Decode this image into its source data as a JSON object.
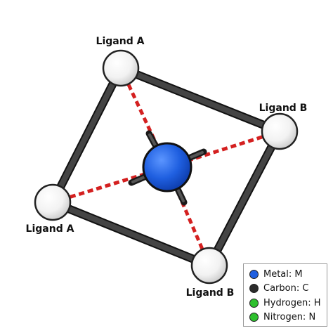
{
  "labels": {
    "top": "Ligand A",
    "left": "Ligand A",
    "right": "Ligand B",
    "bottom": "Ligand B"
  },
  "colors": {
    "metal": "#1f5fe0",
    "bond": "#333333",
    "coordination": "#d42020",
    "ligand": "#f0f0f0"
  },
  "legend": [
    {
      "label": "Metal: M",
      "color": "#1f5fe0"
    },
    {
      "label": "Carbon: C",
      "color": "#2b2b2b"
    },
    {
      "label": "Hydrogen: H",
      "color": "#2ec02e"
    },
    {
      "label": "Nitrogen: N",
      "color": "#2ec02e"
    }
  ]
}
